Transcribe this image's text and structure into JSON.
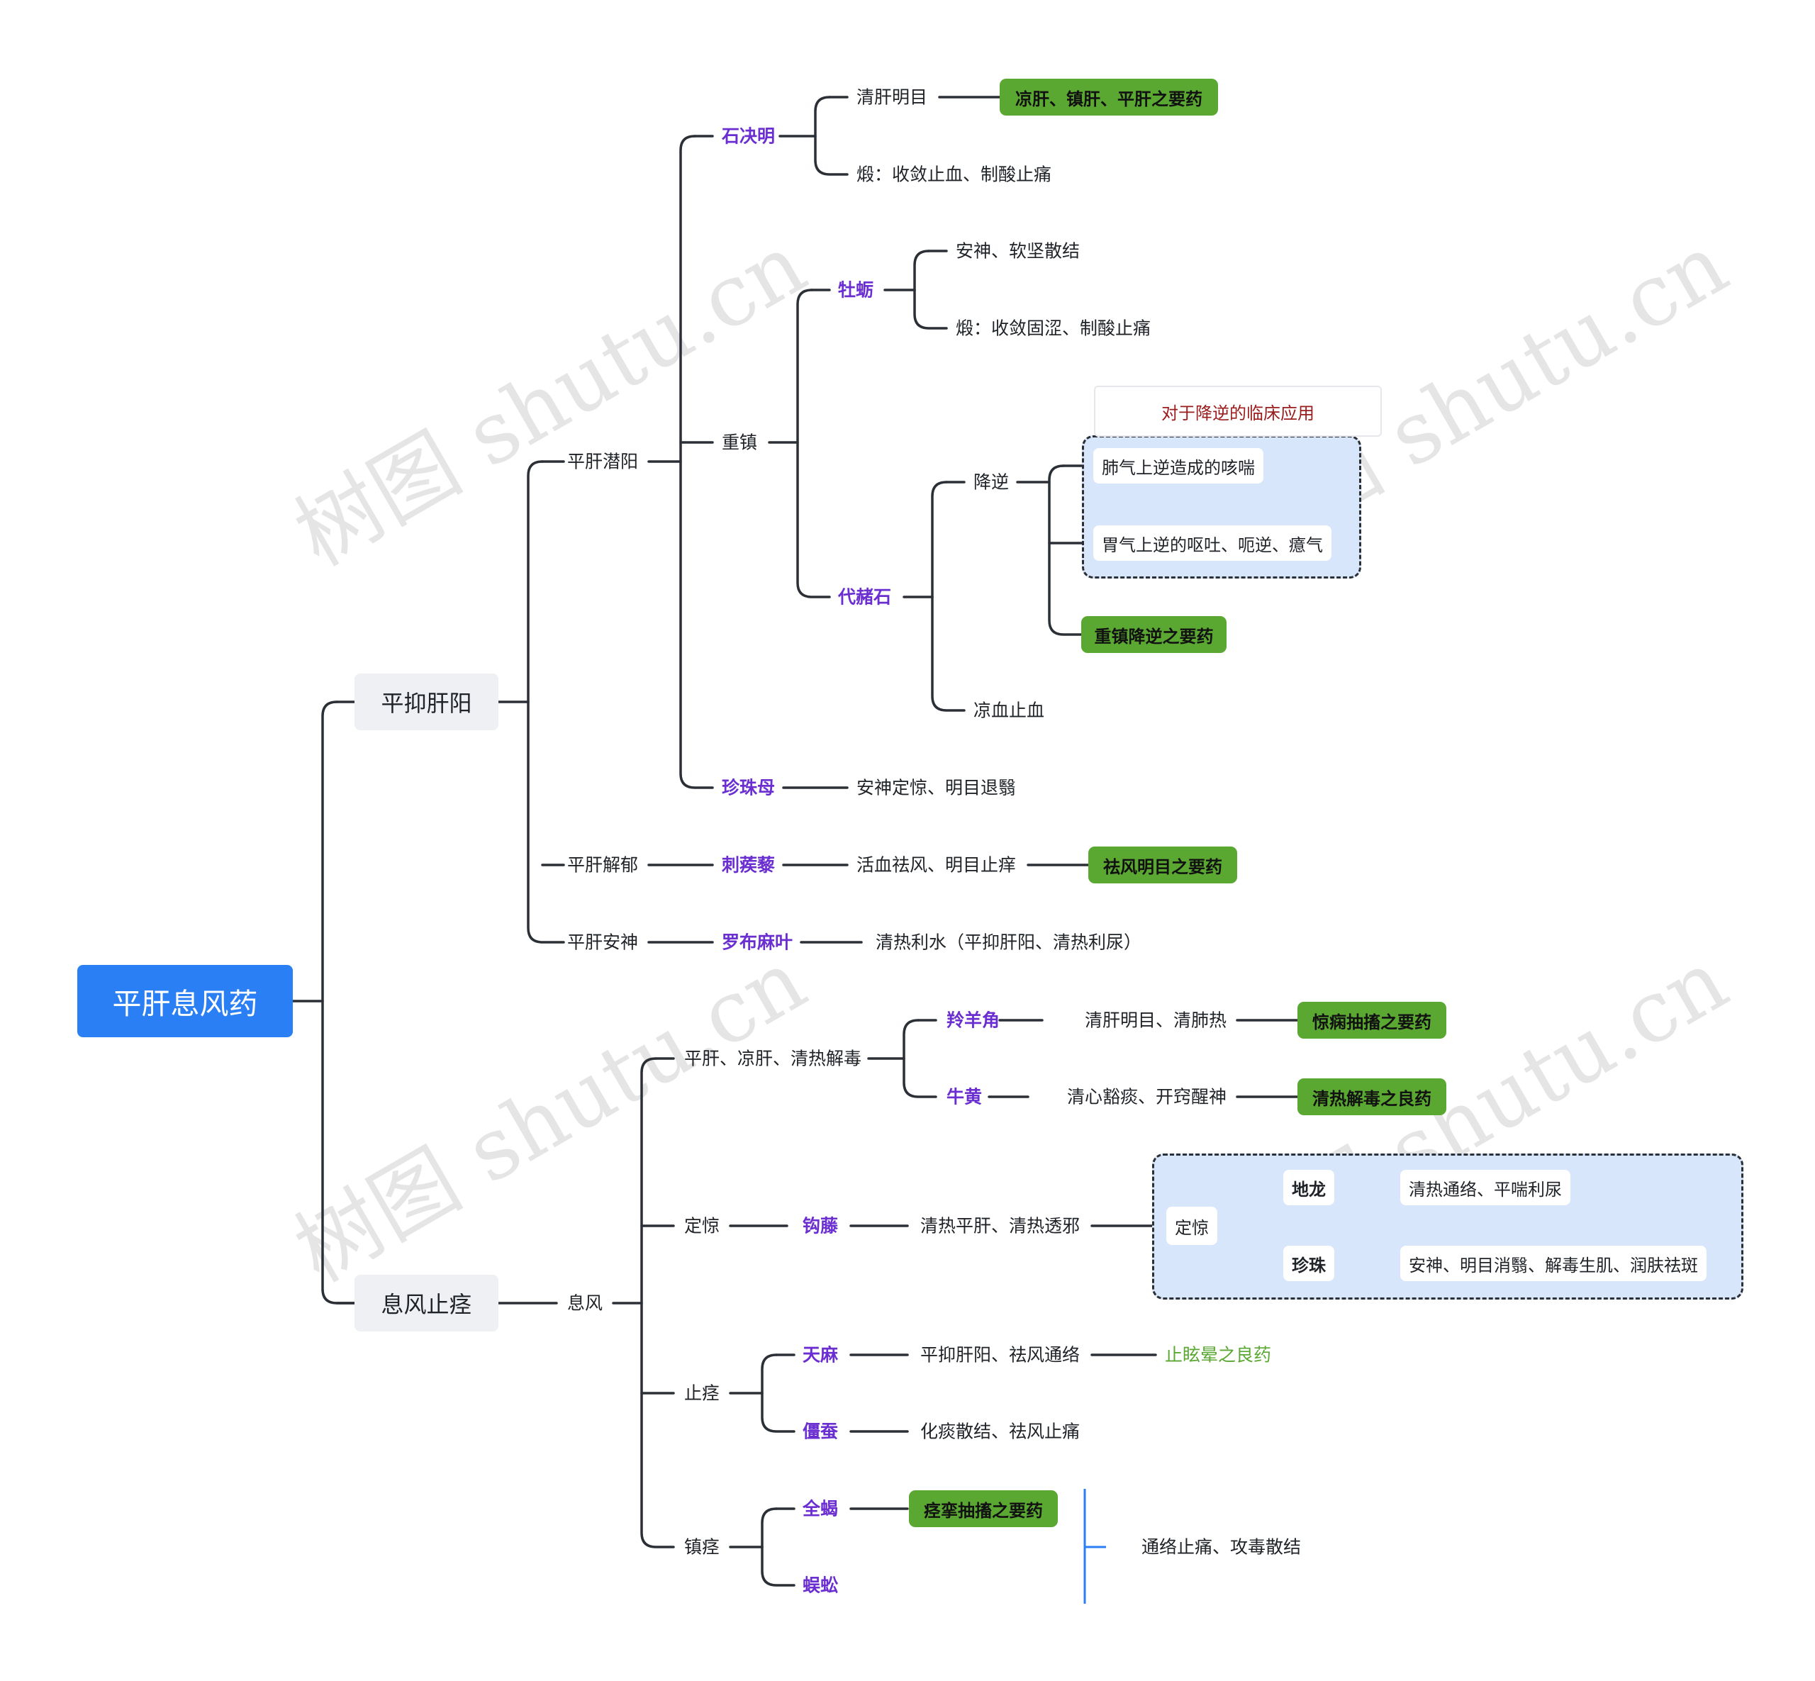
{
  "root": "平肝息风药",
  "branches": {
    "pingyi": "平抑肝阳",
    "xifeng": "息风止痉"
  },
  "pingyi": {
    "qianyang": "平肝潜阳",
    "shijueming": {
      "name": "石决明",
      "use1": "清肝明目",
      "use1_tag": "凉肝、镇肝、平肝之要药",
      "use2": "煅：收敛止血、制酸止痛"
    },
    "zhongzhen": "重镇",
    "muli": {
      "name": "牡蛎",
      "use1": "安神、软坚散结",
      "use2": "煅：收敛固涩、制酸止痛"
    },
    "daizheshi": {
      "name": "代赭石",
      "jiangni": "降逆",
      "callout": "对于降逆的临床应用",
      "app1": "肺气上逆造成的咳喘",
      "app2": "胃气上逆的呕吐、呃逆、癔气",
      "tag": "重镇降逆之要药",
      "use2": "凉血止血"
    },
    "zhenzhumu": {
      "name": "珍珠母",
      "use": "安神定惊、明目退翳"
    },
    "jieyu": "平肝解郁",
    "cijili": {
      "name": "刺蒺藜",
      "use": "活血祛风、明目止痒",
      "tag": "祛风明目之要药"
    },
    "anshen": "平肝安神",
    "luobumaye": {
      "name": "罗布麻叶",
      "use": "清热利水（平抑肝阳、清热利尿）"
    }
  },
  "xifeng": {
    "xifeng_node": "息风",
    "qingre": "平肝、凉肝、清热解毒",
    "lingyangjiao": {
      "name": "羚羊角",
      "use": "清肝明目、清肺热",
      "tag": "惊痫抽搐之要药"
    },
    "niuhuang": {
      "name": "牛黄",
      "use": "清心豁痰、开窍醒神",
      "tag": "清热解毒之良药"
    },
    "dingjing": "定惊",
    "gouteng": {
      "name": "钩藤",
      "use": "清热平肝、清热透邪",
      "sub": "定惊"
    },
    "dilong": {
      "name": "地龙",
      "use": "清热通络、平喘利尿"
    },
    "zhenzhu": {
      "name": "珍珠",
      "use": "安神、明目消翳、解毒生肌、润肤祛斑"
    },
    "zhijing": "止痉",
    "tianma": {
      "name": "天麻",
      "use": "平抑肝阳、祛风通络",
      "tag": "止眩晕之良药"
    },
    "jiangcan": {
      "name": "僵蚕",
      "use": "化痰散结、祛风止痛"
    },
    "zhenjing": "镇痉",
    "quanxie": {
      "name": "全蝎",
      "tag": "痉挛抽搐之要药"
    },
    "wugong": {
      "name": "蜈蚣"
    },
    "shared_use": "通络止痛、攻毒散结"
  },
  "watermark": "树图 shutu.cn",
  "colors": {
    "root": "#2b7ff4",
    "herb": "#6b2fd1",
    "tag": "#5aa832",
    "line": "#2b2f36",
    "bracket": "#2b7ff4"
  }
}
